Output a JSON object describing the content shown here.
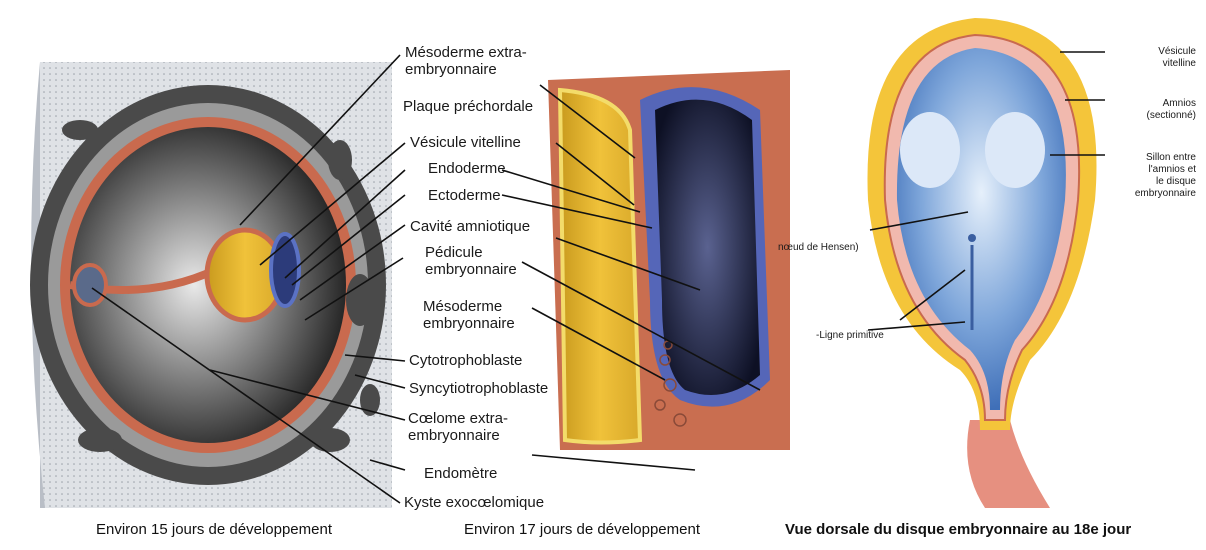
{
  "panel1": {
    "caption": "Environ 15 jours de développement"
  },
  "panel2": {
    "caption": "Environ 17 jours de développement"
  },
  "panel3": {
    "caption": "Vue dorsale du disque embryonnaire au 18e jour"
  },
  "labels_middle": [
    {
      "id": "mesoderme-extra",
      "lines": [
        "Mésoderme extra-",
        "embryonnaire"
      ]
    },
    {
      "id": "plaque-prechordale",
      "lines": [
        "Plaque préchordale"
      ]
    },
    {
      "id": "vesicule-vitelline",
      "lines": [
        "Vésicule vitelline"
      ]
    },
    {
      "id": "endoderme",
      "lines": [
        "Endoderme"
      ]
    },
    {
      "id": "ectoderme",
      "lines": [
        "Ectoderme"
      ]
    },
    {
      "id": "cavite-amniotique",
      "lines": [
        "Cavité amniotique"
      ]
    },
    {
      "id": "pedicule",
      "lines": [
        "Pédicule",
        "embryonnaire"
      ]
    },
    {
      "id": "mesoderme-emb",
      "lines": [
        "Mésoderme",
        "embryonnaire"
      ]
    },
    {
      "id": "cytotrophoblaste",
      "lines": [
        "Cytotrophoblaste"
      ]
    },
    {
      "id": "syncytiotrophoblaste",
      "lines": [
        "Syncytiotrophoblaste"
      ]
    },
    {
      "id": "coelome",
      "lines": [
        "Cœlome extra-",
        "embryonnaire"
      ]
    },
    {
      "id": "endometre",
      "lines": [
        "Endomètre"
      ]
    },
    {
      "id": "kyste",
      "lines": [
        "Kyste exocœlomique"
      ]
    }
  ],
  "labels_right": {
    "vesicule": [
      "Vésicule",
      "vitelline"
    ],
    "amnios": [
      "Amnios",
      "(sectionné)"
    ],
    "sillon": [
      "Sillon entre",
      "l'amnios et",
      "le disque",
      "embryonnaire"
    ],
    "noeud": "nœud de Hensen)",
    "ligne": "-Ligne primitive"
  }
}
